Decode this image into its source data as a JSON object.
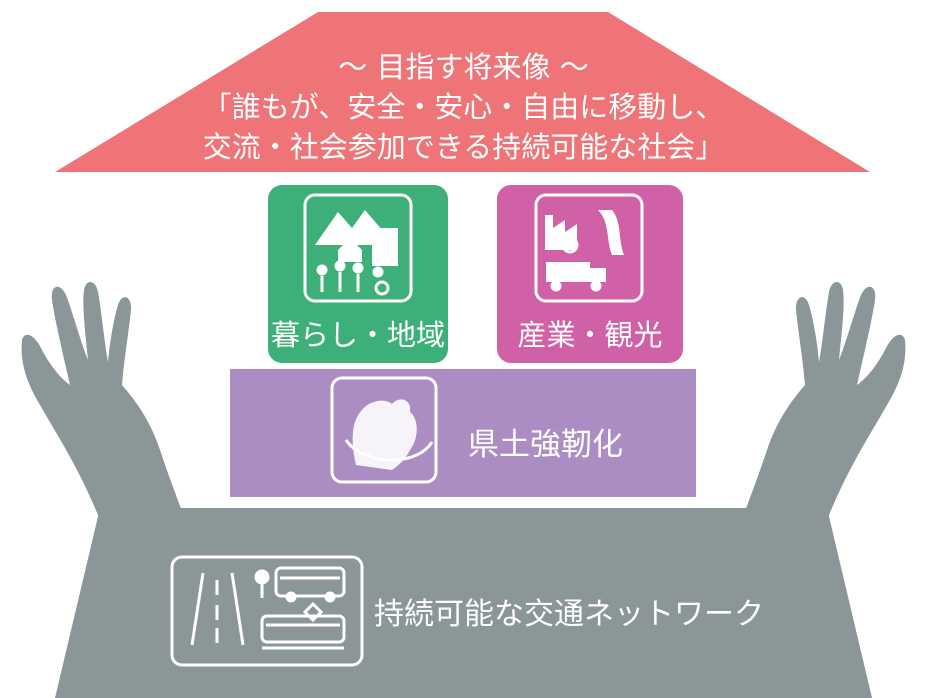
{
  "roof": {
    "subtitle": "～ 目指す将来像 ～",
    "line1": "「誰もが、安全・安心・自由に移動し、",
    "line2": "交流・社会参加できる持続可能な社会」"
  },
  "pillars": {
    "living": {
      "label": "暮らし・地域",
      "icon": "community-icon"
    },
    "industry": {
      "label": "産業・観光",
      "icon": "industry-tourism-icon"
    }
  },
  "resilience": {
    "label": "県土強靭化",
    "icon": "strongman-icon"
  },
  "foundation": {
    "label": "持続可能な交通ネットワーク",
    "icon": "road-bus-train-icon"
  },
  "colors": {
    "roof": "#ee7477",
    "living": "#3daf78",
    "industry": "#d061a7",
    "resilience": "#ab8dc4",
    "foundation": "#8b9698"
  }
}
